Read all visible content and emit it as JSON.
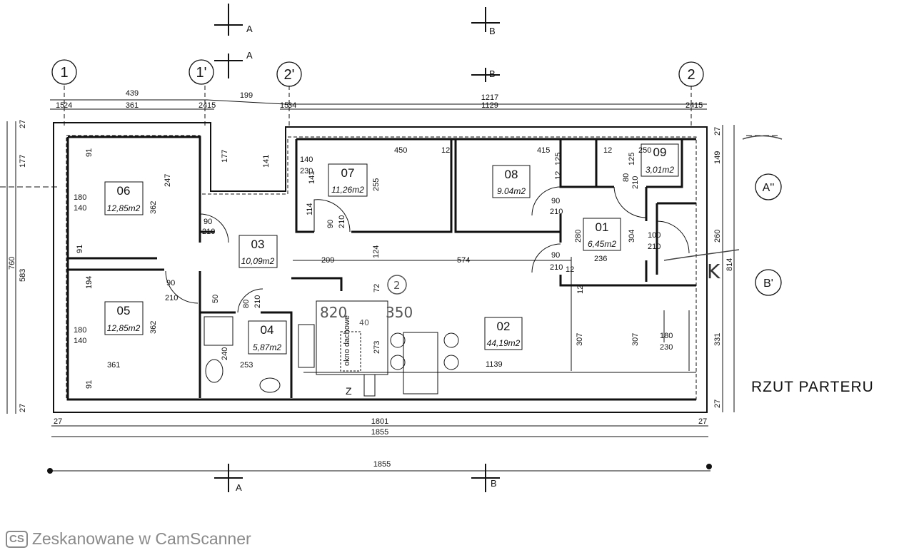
{
  "plan": {
    "title": "RZUT PARTERU",
    "axes": {
      "a1": "1",
      "a1p": "1'",
      "a2p": "2'",
      "a2": "2",
      "aApp": "A''",
      "aBp": "B'"
    },
    "sections": {
      "A": "A",
      "B": "B"
    },
    "rooms": [
      {
        "id": "06",
        "area": "12,85m2"
      },
      {
        "id": "05",
        "area": "12,85m2"
      },
      {
        "id": "03",
        "area": "10,09m2"
      },
      {
        "id": "04",
        "area": "5,87m2"
      },
      {
        "id": "07",
        "area": "11,26m2"
      },
      {
        "id": "08",
        "area": "9.04m2"
      },
      {
        "id": "01",
        "area": "6,45m2"
      },
      {
        "id": "09",
        "area": "3,01m2"
      },
      {
        "id": "02",
        "area": "44,19m2"
      }
    ],
    "dims_top": [
      "439",
      "199",
      "1217",
      "15",
      "24",
      "361",
      "24",
      "15",
      "15",
      "34",
      "1129",
      "24",
      "15"
    ],
    "dims_bottom": [
      "27",
      "1801",
      "27",
      "1855",
      "1855"
    ],
    "dims_left": [
      "27",
      "177",
      "583",
      "760",
      "27"
    ],
    "dims_right": [
      "27",
      "149",
      "260",
      "814",
      "331",
      "27"
    ],
    "dims_inner": [
      "91",
      "247",
      "362",
      "180",
      "140",
      "91",
      "194",
      "180",
      "140",
      "362",
      "361",
      "91",
      "90",
      "210",
      "90",
      "210",
      "50",
      "177",
      "141",
      "140",
      "230",
      "141",
      "114",
      "255",
      "450",
      "12",
      "90",
      "210",
      "415",
      "125",
      "12",
      "12",
      "125",
      "250",
      "80",
      "210",
      "90",
      "210",
      "280",
      "304",
      "236",
      "100",
      "210",
      "90",
      "210",
      "12",
      "12",
      "209",
      "574",
      "124",
      "80",
      "210",
      "240",
      "253",
      "273",
      "1139",
      "307",
      "307",
      "180",
      "230",
      "72"
    ],
    "kitchen_note": "okno dachowe",
    "kitchen_mark": "Z",
    "handwriting": [
      "820",
      "350",
      "2",
      "K",
      "40"
    ]
  },
  "watermark": {
    "logo": "CS",
    "text": "Zeskanowane w CamScanner"
  }
}
